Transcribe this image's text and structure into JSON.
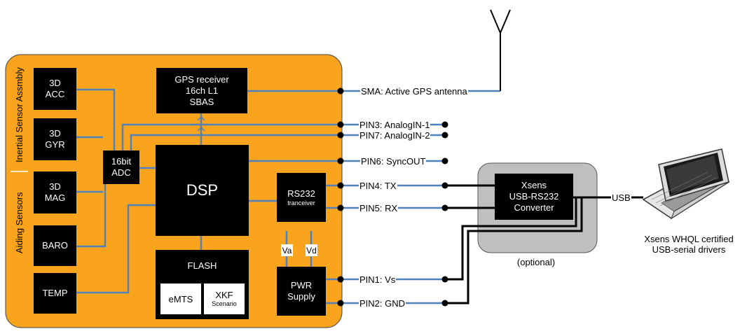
{
  "sensors": {
    "acc": [
      "3D",
      "ACC"
    ],
    "gyr": [
      "3D",
      "GYR"
    ],
    "mag": [
      "3D",
      "MAG"
    ],
    "baro": "BARO",
    "temp": "TEMP"
  },
  "side_labels": {
    "inertial": "Inertial Sensor Assmbly",
    "aiding": "Aiding Sensors"
  },
  "adc": [
    "16bit",
    "ADC"
  ],
  "gps": [
    "GPS receiver",
    "16ch L1",
    "SBAS"
  ],
  "dsp": "DSP",
  "rs232": {
    "title": "RS232",
    "sub": "tranceiver"
  },
  "flash": {
    "title": "FLASH",
    "emts": "eMTS",
    "xkf": "XKF",
    "xkf_sub": "Scenario"
  },
  "pwr": [
    "PWR",
    "Supply"
  ],
  "va": "Va",
  "vd": "Vd",
  "pins": {
    "sma": "SMA: Active GPS antenna",
    "pin3": "PIN3: AnalogIN-1",
    "pin7": "PIN7: AnalogIN-2",
    "pin6": "PIN6: SyncOUT",
    "pin4": "PIN4: TX",
    "pin5": "PIN5: RX",
    "pin1": "PIN1: Vs",
    "pin2": "PIN2: GND"
  },
  "converter": [
    "Xsens",
    "USB-RS232",
    "Converter"
  ],
  "optional": "(optional)",
  "usb": "USB",
  "laptop_caption": [
    "Xsens WHQL certified",
    "USB-serial drivers"
  ],
  "colors": {
    "board": "#f9a41c",
    "line": "#4f81bd"
  }
}
